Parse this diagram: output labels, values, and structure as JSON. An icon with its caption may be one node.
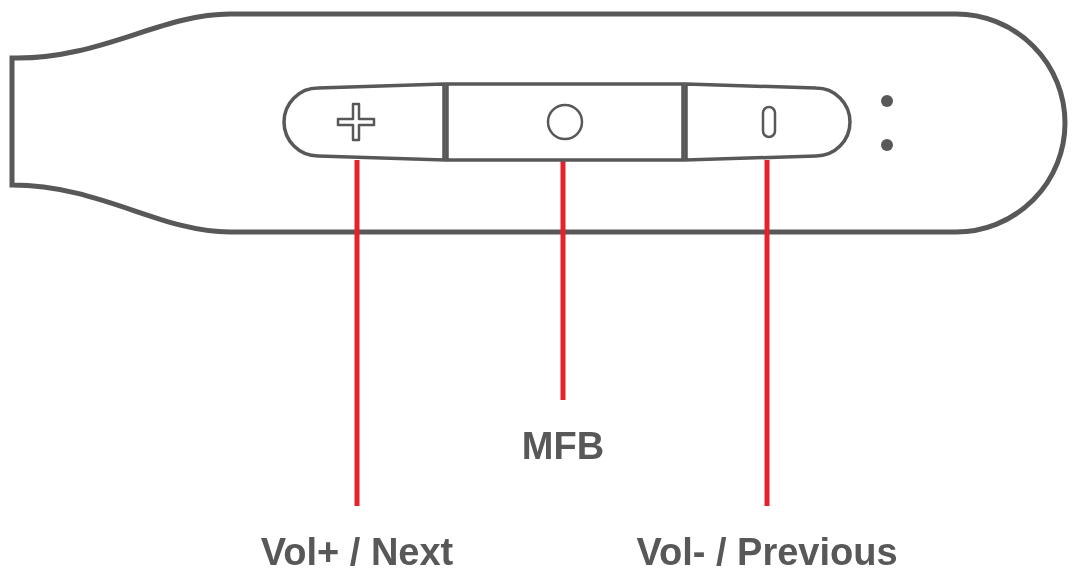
{
  "diagram": {
    "nodes": [
      {
        "text": [],
        "shape": "box"
      },
      {
        "text": [],
        "shape": "box"
      },
      {
        "text": [],
        "shape": "box"
      },
      {
        "text": [
          "MFB"
        ]
      },
      {
        "text": [
          "Vol+ / Next"
        ]
      },
      {
        "text": [
          "Vol- / Previous"
        ]
      }
    ],
    "edges": [
      {
        "from": 4,
        "to": 0,
        "arrow": "none"
      },
      {
        "from": 3,
        "to": 1,
        "arrow": "none"
      },
      {
        "from": 5,
        "to": 2,
        "arrow": "none"
      }
    ]
  }
}
